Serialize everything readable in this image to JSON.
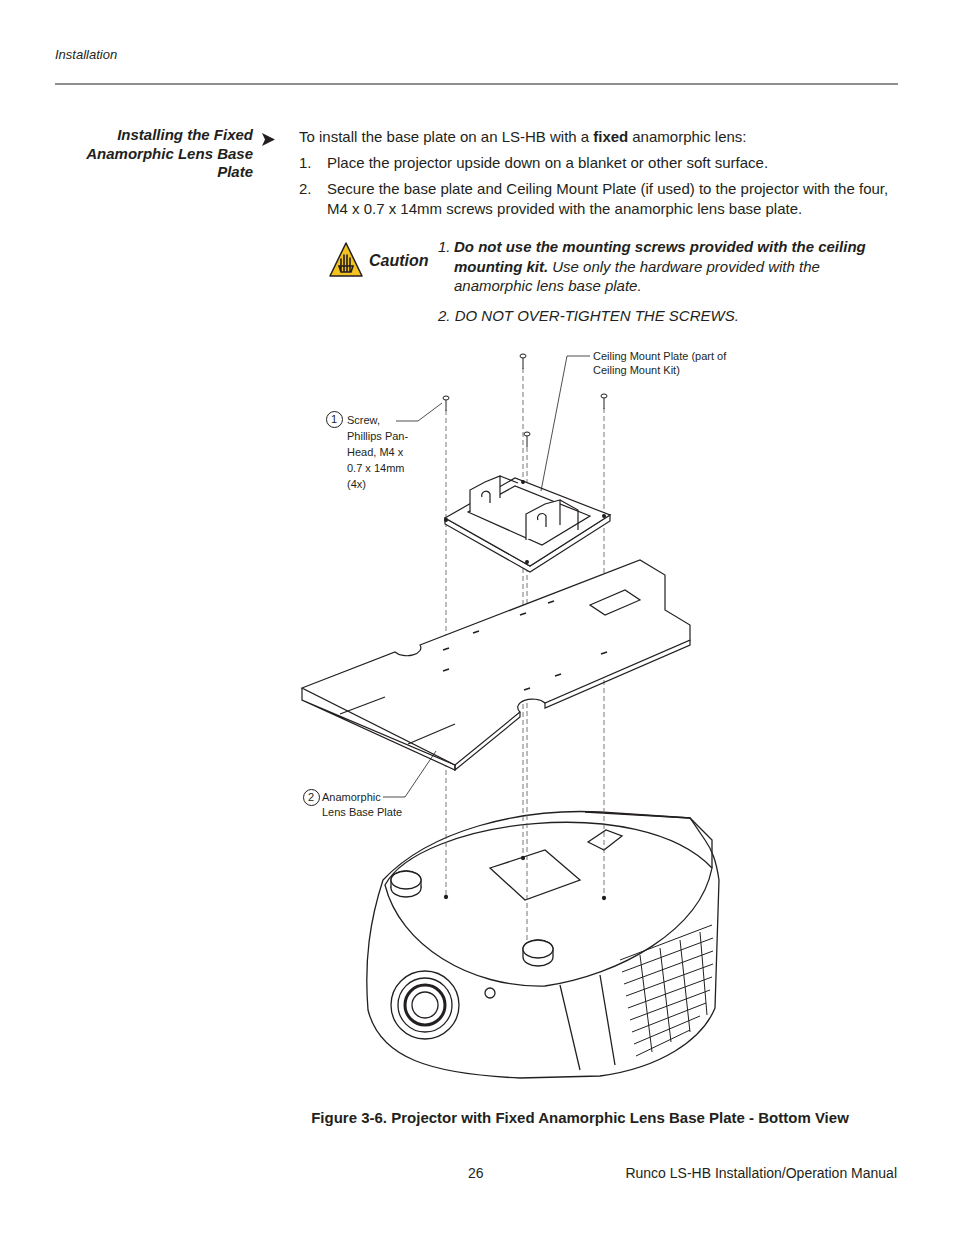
{
  "diagram": {
    "title": "Installing the Fixed Anamorphic Lens Base Plate",
    "caption": "Figure 3-6. Projector with Fixed Anamorphic Lens Base Plate - Bottom View",
    "nodes": [
      {
        "text": [
          "1"
        ]
      },
      {
        "text": [
          "2"
        ]
      }
    ],
    "labels": [
      "Installation",
      "To install the base plate on an LS-HB with a",
      "fixed",
      "anamorphic lens:",
      "1.",
      "Place the projector upside down on a blanket or other soft surface.",
      "2.",
      "Secure the base plate and Ceiling Mount Plate (if used) to the projector with the four, M4 x 0.7 x 14mm screws provided with the anamorphic lens base plate.",
      "Caution",
      "1.",
      "Do not use the mounting screws provided with the ceiling mounting kit.",
      "Use only the hardware provided with the anamorphic lens base plate.",
      "2. DO NOT OVER-TIGHTEN THE SCREWS.",
      "Ceiling Mount Plate (part of Ceiling Mount Kit)",
      "Screw, Phillips Pan-Head, M4 x 0.7 x 14mm (4x)",
      "Anamorphic Lens Base Plate",
      "26",
      "Runco LS-HB Installation/Operation Manual"
    ]
  }
}
